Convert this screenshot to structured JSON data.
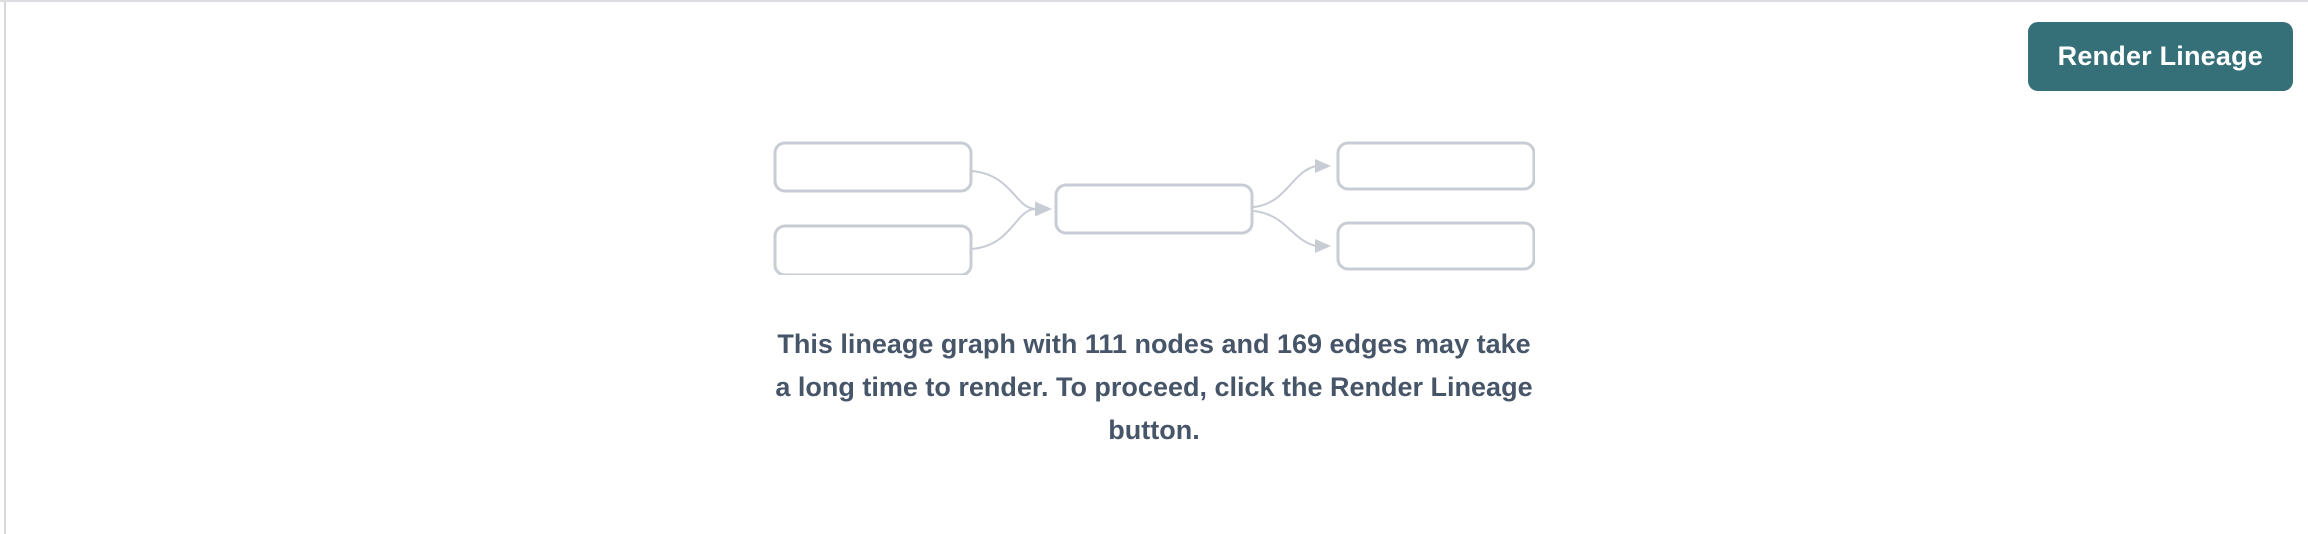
{
  "colors": {
    "accent": "#356f78",
    "button-text": "#ffffff",
    "muted-line": "#c8ccd5",
    "node-fill": "#ffffff",
    "text": "#475569",
    "border-top": "#dcdde1",
    "left-rule": "#d7d8dc"
  },
  "toolbar": {
    "render_lineage_button": {
      "label": "Render Lineage"
    }
  },
  "empty_state": {
    "illustration": {
      "name": "mini-lineage-graph",
      "node_count": 5,
      "edge_count": 4
    },
    "stats": {
      "nodes": 111,
      "edges": 169
    },
    "message_lines": [
      "This lineage graph with 111 nodes and 169 edges may take",
      "a long time to render. To proceed, click the Render Lineage",
      "button."
    ]
  }
}
